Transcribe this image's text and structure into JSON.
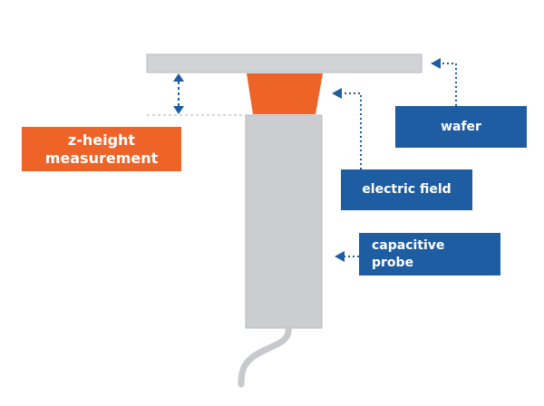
{
  "labels": {
    "wafer": "wafer",
    "electric_field": "electric field",
    "capacitive_probe": [
      "capacitive",
      "probe"
    ],
    "z_height": [
      "z-height",
      "measurement"
    ]
  },
  "colors": {
    "wafer": "#d1d3d6",
    "probe_body": "#cbcdd0",
    "electric_field": "#ee6428",
    "label_blue": "#1e5da2",
    "label_orange": "#ee6428",
    "arrow_blue": "#1e5da2",
    "dashed_line": "#a9abae",
    "cable": "#c7c9cc"
  }
}
